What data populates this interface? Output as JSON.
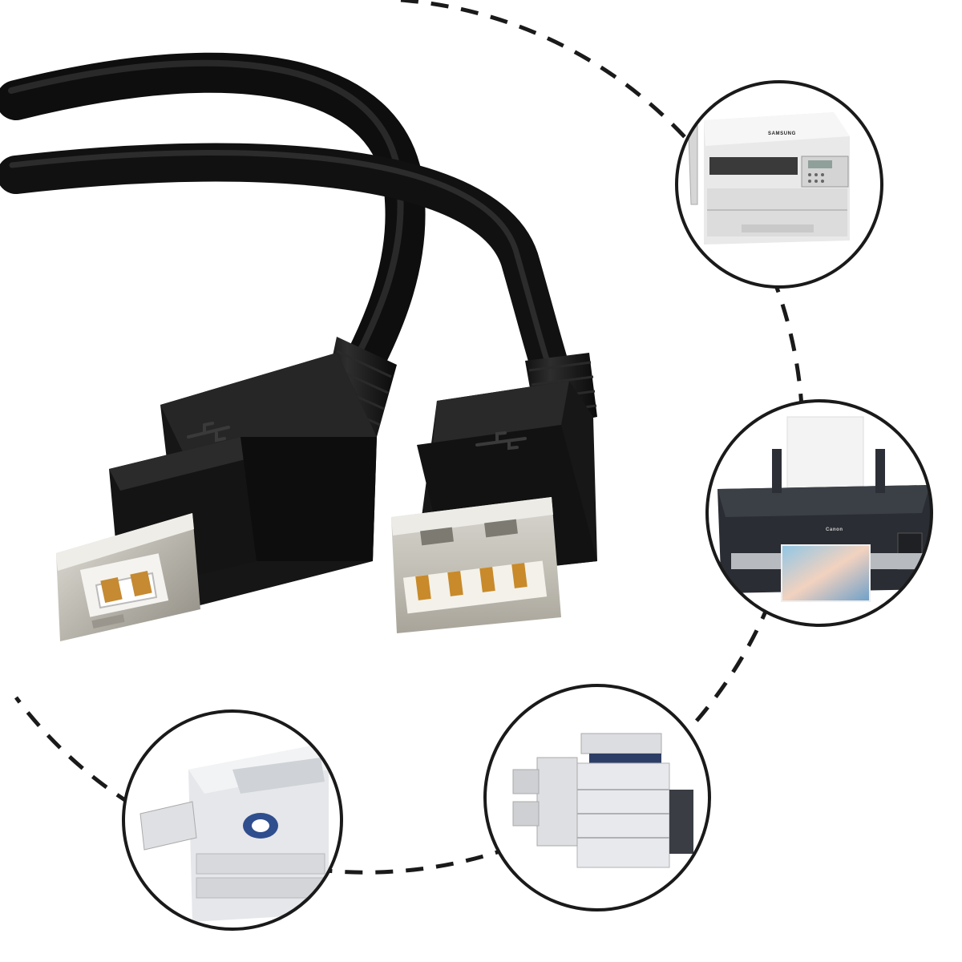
{
  "image": {
    "background": "#ffffff",
    "cable_color": "#1b1b1b",
    "circle_stroke": "#1a1a1a",
    "dash_color": "#1a1a1a"
  },
  "cable": {
    "connectors": [
      {
        "name": "usb-type-b-plug",
        "icon": "usb-trident-icon"
      },
      {
        "name": "usb-type-a-plug",
        "icon": "usb-trident-icon"
      }
    ]
  },
  "devices": [
    {
      "name": "multifunction-laser-printer",
      "brand": "SAMSUNG"
    },
    {
      "name": "inkjet-photo-printer",
      "brand": "Canon"
    },
    {
      "name": "office-laser-printer",
      "brand": ""
    },
    {
      "name": "large-office-copier",
      "brand": ""
    }
  ]
}
